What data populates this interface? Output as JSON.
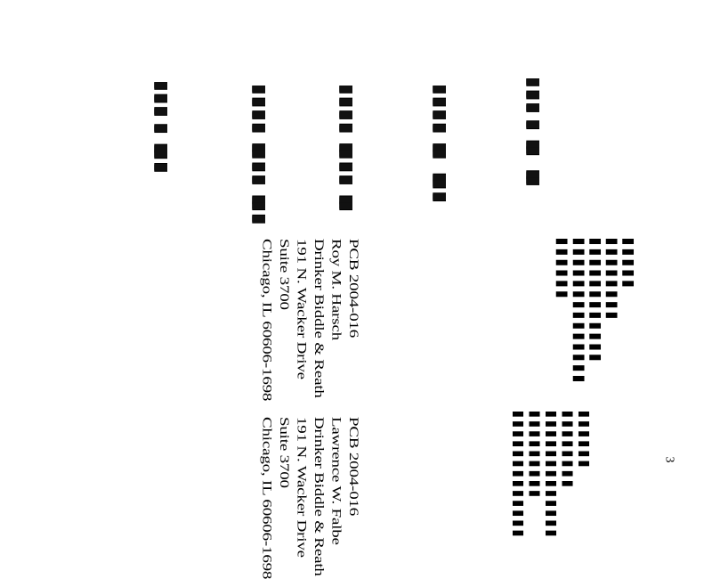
{
  "header_block": {
    "lines": [
      "",
      "",
      "",
      "",
      "",
      "",
      ""
    ]
  },
  "top_left_block": {
    "lines": [
      "",
      "",
      "",
      "",
      "",
      ""
    ]
  },
  "top_right_block": {
    "lines": [
      "",
      "",
      "",
      "",
      "",
      ""
    ]
  },
  "bottom_left_block": {
    "lines": [
      "PCB 2004-016",
      "Roy M. Harsch",
      "Drinker Biddle & Reath",
      "191 N. Wacker Drive",
      "Suite 3700",
      "Chicago, IL 60606-1698"
    ]
  },
  "bottom_right_block": {
    "lines": [
      "PCB 2004-016",
      "Lawrence W. Falbe",
      "Drinker Biddle & Reath",
      "191 N. Wacker Drive",
      "Suite 3700",
      "Chicago, IL 60606-1698"
    ]
  },
  "page_number": "3"
}
